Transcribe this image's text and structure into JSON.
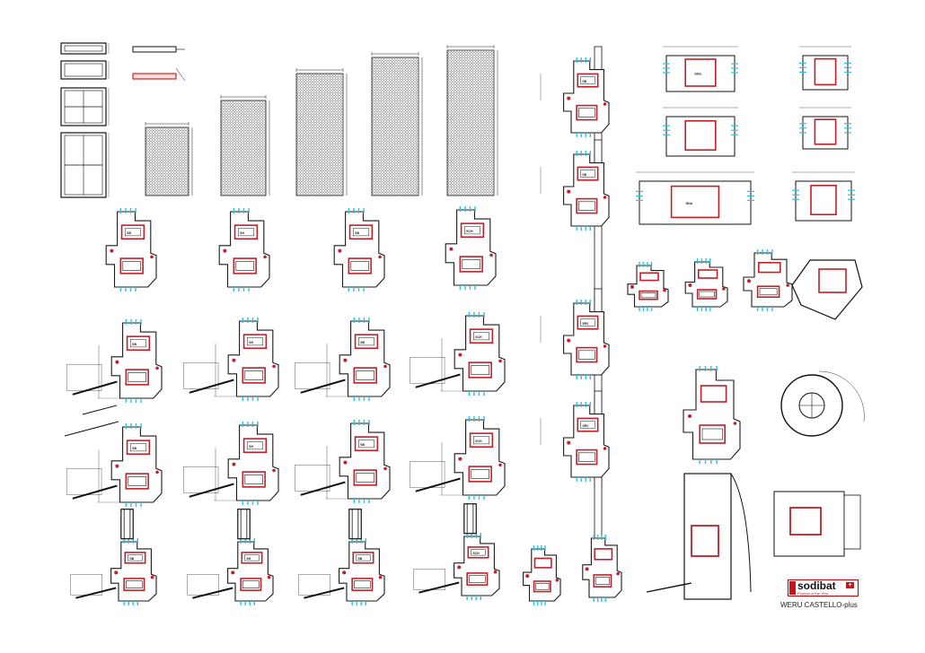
{
  "sheet": {
    "brand_logo": "sodibat",
    "brand_badge": "+",
    "brand_tagline": "Product of the Year",
    "product_name": "WERU CASTELLO-plus"
  },
  "profile_labels": {
    "sb": "SB",
    "sh": "SH",
    "sch": "SCH",
    "srv": "SRV",
    "shb": "Shb"
  },
  "colors": {
    "line": "#1a1a1a",
    "reinforcement": "#c0202a",
    "glass": "#33c0d8",
    "seal": "#555555"
  }
}
